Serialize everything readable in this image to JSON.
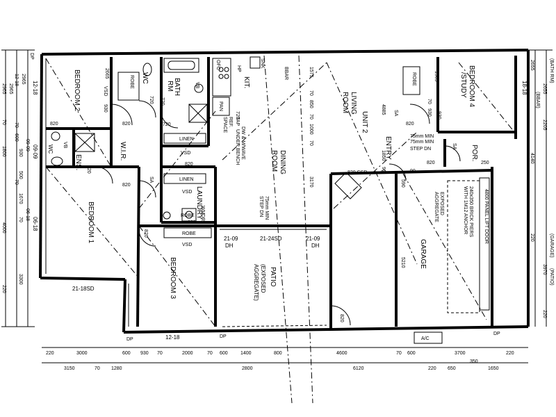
{
  "rooms": {
    "bedroom2": "BEDROOM 2",
    "wc1": "WC",
    "bath": "BATH",
    "rm": "RM",
    "kit": "KIT.",
    "living": "LIVING",
    "room": "ROOM",
    "unit": "UNIT 2",
    "bedroom4": "BEDROOM 4",
    "study": "/STUDY",
    "wir": "W.I.R.",
    "ens": "ENS.",
    "wc2": "WC",
    "dining1": "DINING",
    "dining2": "ROOM",
    "entry": "ENTRY",
    "por": "POR.",
    "laundry": "LAUNDRY",
    "bedroom1": "BEDROOM 1",
    "bedroom3": "BEDROOM 3",
    "patio": "PATIO",
    "patio_sub1": "(EXPOSED",
    "patio_sub2": "AGGREGATE)",
    "garage": "GARAGE",
    "garage_sub1": "EXPOSED",
    "garage_sub2": "AGGREGATE"
  },
  "fixtures": {
    "robe": "ROBE",
    "robe2": "ROBE",
    "robe3": "ROBE",
    "robe4": "ROBE",
    "linen1": "LINEN",
    "linen2": "LINEN",
    "vsd1": "VSD",
    "vsd2": "VSD",
    "vsd3": "VSD",
    "vsd4": "VSD",
    "pan": "PAN",
    "ref": "REF.",
    "space": "SPACE",
    "tap": "TAP",
    "dw": "DW & M/WAVE",
    "under_bench": "UNDER BENCH",
    "ofc": "OFC",
    "snk": "SNK",
    "bbar": "BBAR",
    "hp": "HP",
    "wm": "WM",
    "dr": "DR",
    "ac": "A/C",
    "sa1": "SA",
    "sa2": "SA",
    "sa3": "SA",
    "vb": "VB",
    "vb2": "VB",
    "step_dn1": "75mm MIN",
    "step_dn2": "STEP DN",
    "step_dn3": "75mm MIN",
    "step_dn4": "STEP DN",
    "piers1": "240x350 BRICK PIERS",
    "piers2": "WITH 1M12 ANCHOR",
    "lift_door": "4800 PANEL LIFT DOOR",
    "csd": "820 CSD",
    "dp1": "DP",
    "dp2": "DP",
    "dp3": "DP",
    "dp4": "DP"
  },
  "windows": {
    "w1": "12-18",
    "w2": "18-18",
    "w3": "09-09",
    "w4": "06-18",
    "w5": "21-18SD",
    "w6": "21-09",
    "w6dh": "DH",
    "w7": "21-24SD",
    "w8": "21-09",
    "w8dh": "DH",
    "w9": "12-18"
  },
  "doors": [
    "720",
    "720",
    "720",
    "820",
    "720",
    "820",
    "820",
    "820",
    "820",
    "930",
    "820",
    "930",
    "820",
    "820",
    "820",
    "720"
  ],
  "dims": {
    "top_left": [
      "2965",
      "2965"
    ],
    "left": [
      "2965",
      "70",
      "1800",
      "930",
      "500",
      "1670",
      "70",
      "4000",
      "3300",
      "220"
    ],
    "left_codes": [
      "12-18",
      "70",
      "600",
      "09-09",
      "70",
      "06-18"
    ],
    "right": [
      "2655",
      "2655",
      "2205",
      "4140",
      "220",
      "3970",
      "220"
    ],
    "right_labels": [
      "(BATH RM)",
      "(BBAR)",
      "(GARAGE)",
      "(PATIO)"
    ],
    "bottom1": [
      "220",
      "3000",
      "600",
      "930",
      "70",
      "2000",
      "70",
      "600",
      "1400",
      "800",
      "4600",
      "70",
      "600",
      "3700",
      "220"
    ],
    "bottom2": [
      "3150",
      "70",
      "1280",
      "2800",
      "6120",
      "220",
      "650",
      "1650"
    ],
    "bottom_extra": [
      "350"
    ],
    "interior": [
      "1575",
      "70",
      "850",
      "70",
      "1000",
      "70",
      "3170",
      "4885",
      "1850",
      "90",
      "590",
      "5210",
      "70",
      "930",
      "1965",
      "2665",
      "250",
      "75mm MIN",
      "90",
      "90"
    ]
  }
}
